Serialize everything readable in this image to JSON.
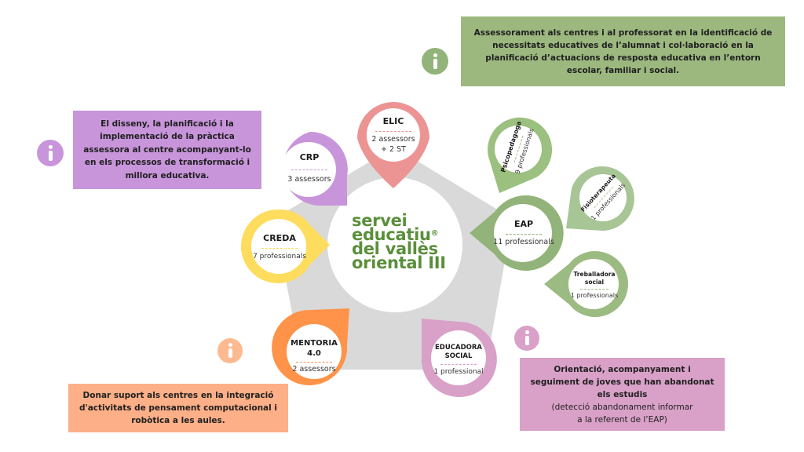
{
  "center": {
    "logo_lines": [
      "servei",
      "educatiu",
      "del vallès",
      "oriental III"
    ],
    "logo_mark": "®"
  },
  "nodes": {
    "elic": {
      "title": "ELIC",
      "sub_lines": [
        "2 assessors",
        "+ 2 ST"
      ],
      "color": "#ec9494",
      "icon": "map-pin"
    },
    "crp": {
      "title": "CRP",
      "sub_lines": [
        "3 assessors"
      ],
      "color": "#c895db",
      "icon": "map-pin"
    },
    "creda": {
      "title": "CREDA",
      "sub_lines": [
        "7 professionals"
      ],
      "color": "#fedc5d",
      "icon": "map-pin"
    },
    "mentoria": {
      "title_lines": [
        "MENTORIA",
        "4.0"
      ],
      "sub_lines": [
        "2 assessors"
      ],
      "color": "#fe9349",
      "icon": "map-pin"
    },
    "educadora": {
      "title_lines": [
        "EDUCADORA",
        "SOCIAL"
      ],
      "sub_lines": [
        "1 professional"
      ],
      "color": "#d9a1c8",
      "icon": "map-pin"
    },
    "eap": {
      "title": "EAP",
      "sub_lines": [
        "11 professionals"
      ],
      "color": "#92b47a",
      "icon": "map-pin"
    },
    "psicopedagoga": {
      "title": "Psicopedagoga",
      "sub_lines": [
        "9 professionals"
      ],
      "color": "#9cc07f",
      "icon": "map-pin"
    },
    "fisioterapeuta": {
      "title": "Fisioterapeuta",
      "sub_lines": [
        "1 professionals"
      ],
      "color": "#a8c596",
      "icon": "map-pin"
    },
    "treballadora": {
      "title_lines": [
        "Treballadora",
        "social"
      ],
      "sub_lines": [
        "1 professionals"
      ],
      "color": "#9cbb82",
      "icon": "map-pin"
    }
  },
  "info_boxes": {
    "eap": {
      "lines": [
        "Assessorament als centres i al professorat en la identificació de",
        "necessitats educatives de l’alumnat i col·laboració en la",
        "planificació d’actuacions de resposta educativa en l’entorn",
        "escolar, familiar i social."
      ],
      "color": "#9cb87f",
      "icon": "info-icon",
      "icon_color": "#92b47a"
    },
    "crp": {
      "lines": [
        "El disseny, la planificació i la",
        "implementació de la pràctica",
        "assessora al centre acompanyant-lo",
        "en els processos de transformació i",
        "millora educativa."
      ],
      "color": "#c895db",
      "icon": "info-icon",
      "icon_color": "#c895db"
    },
    "mentoria": {
      "lines": [
        "Donar suport als centres en la integració",
        "d'activitats de pensament computacional i",
        "robòtica a les aules."
      ],
      "color": "#fdaf87",
      "icon": "info-icon",
      "icon_color": "#fdb98f"
    },
    "educadora": {
      "bold_lines": [
        "Orientació, acompanyament i",
        "seguiment de joves que han abandonat",
        "els estudis"
      ],
      "normal_lines": [
        "(detecció abandonament informar",
        "a la referent de l’EAP)"
      ],
      "color": "#d9a1c8",
      "icon": "info-icon",
      "icon_color": "#d9a1c8"
    }
  }
}
